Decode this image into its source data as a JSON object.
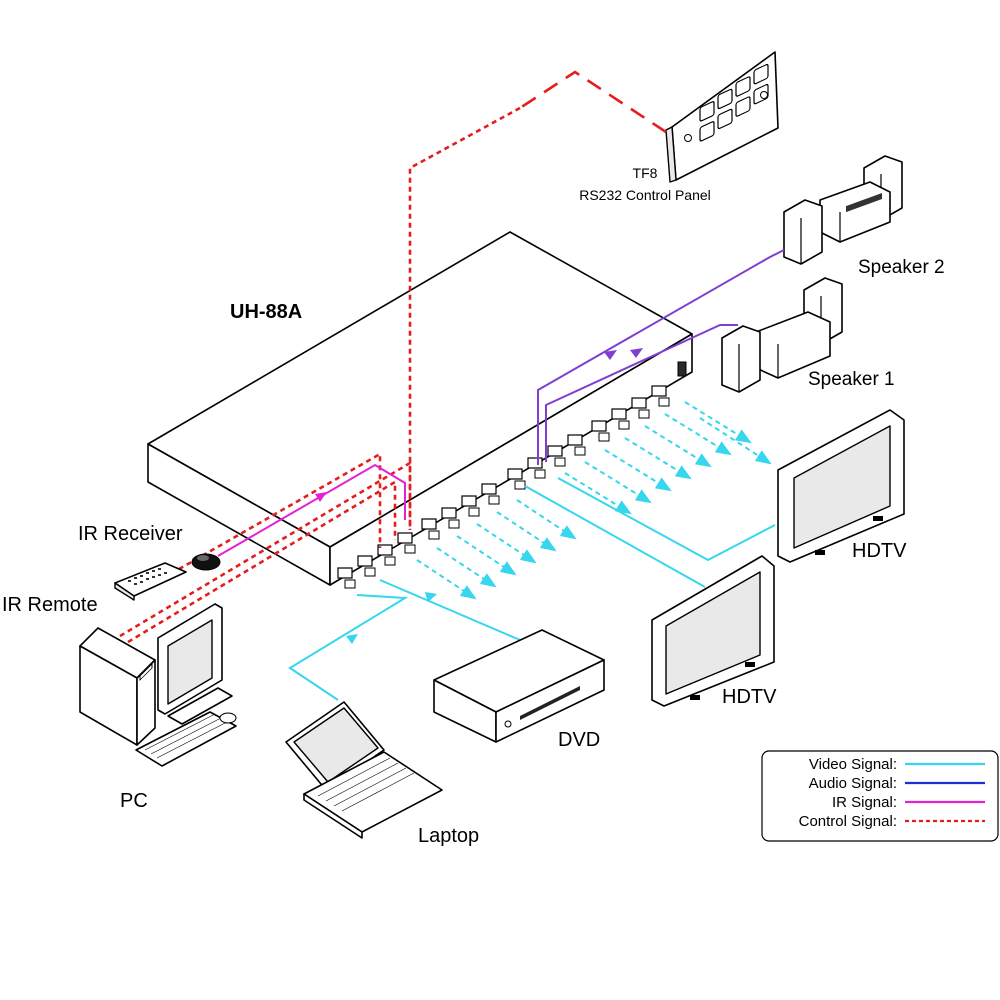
{
  "labels": {
    "panel_name": "TF8",
    "panel_desc": "RS232 Control Panel",
    "matrix": "UH-88A",
    "speaker2": "Speaker 2",
    "speaker1": "Speaker 1",
    "ir_receiver": "IR Receiver",
    "ir_remote": "IR Remote",
    "hdtv_right": "HDTV",
    "hdtv_left": "HDTV",
    "pc": "PC",
    "laptop": "Laptop",
    "dvd": "DVD"
  },
  "legend": {
    "items": [
      {
        "label": "Video Signal:",
        "color": "#35d6ee",
        "style": "solid"
      },
      {
        "label": "Audio Signal:",
        "color": "#1f2fd6",
        "style": "solid"
      },
      {
        "label": "IR  Signal:",
        "color": "#e620d6",
        "style": "solid"
      },
      {
        "label": "Control  Signal:",
        "color": "#e41e1e",
        "style": "dashed"
      }
    ]
  },
  "colors": {
    "video": "#35d6ee",
    "audio": "#7f3fd0",
    "ir": "#e620d6",
    "control": "#e41e1e"
  }
}
